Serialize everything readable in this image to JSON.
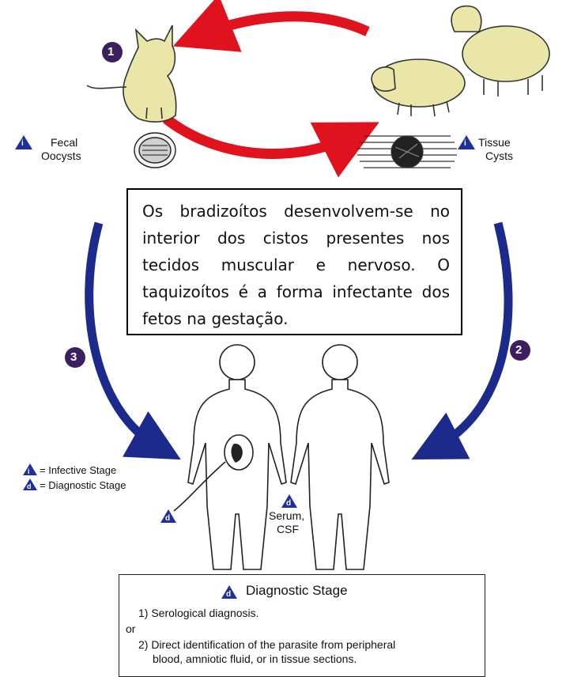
{
  "diagram": {
    "stage_markers": {
      "step1": "1",
      "step2": "2",
      "step3": "3",
      "infective": "i",
      "diagnostic": "d"
    },
    "labels": {
      "fecal_oocysts": [
        "Fecal",
        "Oocysts"
      ],
      "tissue_cysts": [
        "Tissue",
        "Cysts"
      ],
      "legend_infective": "= Infective Stage",
      "legend_diagnostic": "= Diagnostic Stage",
      "serum_csf": [
        "Serum,",
        "CSF"
      ]
    },
    "overlay_text": "Os bradizoítos desenvolvem-se no interior dos cistos presentes nos tecidos muscular e nervoso. O taquizoítos é a forma infectante dos fetos na gestação.",
    "diagnostic_box": {
      "title": "Diagnostic Stage",
      "line1": "1) Serological diagnosis.",
      "or": "or",
      "line2a": "2) Direct identification of the parasite from peripheral",
      "line2b": "blood, amniotic fluid, or in tissue sections."
    },
    "colors": {
      "cycle_arrow_red": "#e0121e",
      "cycle_arrow_blue": "#1c2a8c",
      "step_circle": "#3b1f5e",
      "stage_triangle": "#1f2f9e",
      "animal_fill": "#e9e6a8"
    }
  }
}
